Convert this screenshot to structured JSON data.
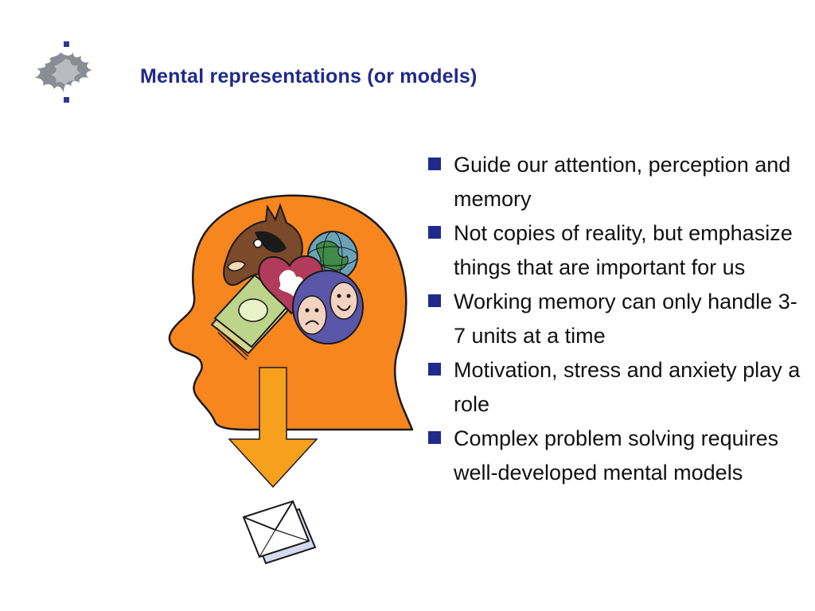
{
  "slide": {
    "title": "Mental representations (or models)",
    "accent_color": "#1f2a8c",
    "bullets": [
      "Guide our attention, perception and memory",
      "Not copies of reality, but emphasize things that are important for us",
      "Working memory can only handle 3-7 units at a time",
      "Motivation, stress and anxiety play a role",
      "Complex problem solving requires well-developed mental models"
    ]
  },
  "illustration": {
    "head_color": "#f7861e",
    "arrow_color": "#f7a01e",
    "icons": [
      "horse-head-icon",
      "globe-icon",
      "heart-cupid-icon",
      "money-stack-icon",
      "theater-masks-icon",
      "down-arrow-icon",
      "envelopes-icon"
    ]
  },
  "logo": {
    "icon": "flame-logo-icon"
  }
}
